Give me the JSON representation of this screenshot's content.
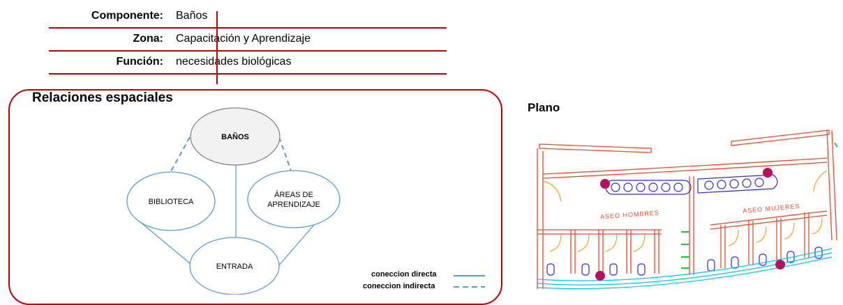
{
  "info": {
    "rows": [
      {
        "label": "Componente:",
        "value": "Baños"
      },
      {
        "label": "Zona:",
        "value": "Capacitación y Aprendizaje"
      },
      {
        "label": "Función:",
        "value": "necesidades biológicas"
      }
    ]
  },
  "relaciones": {
    "title": "Relaciones espaciales",
    "nodes": {
      "banos": "BAÑOS",
      "biblioteca": "BIBLIOTECA",
      "areas_line1": "ÁREAS DE",
      "areas_line2": "APRENDIZAJE",
      "entrada": "ENTRADA"
    },
    "legend": {
      "direct": "coneccion directa",
      "indirect": "coneccion indirecta"
    },
    "colors": {
      "border": "#c00000",
      "line": "#5b9bd5",
      "ellipse": "#5b9bd5"
    }
  },
  "plano": {
    "title": "Plano",
    "room_men": "ASEO HOMBRES",
    "room_women": "ASEO MUJERES",
    "colors": {
      "walls": "#e84a2a",
      "fixtures": "#2a2ad5",
      "marker": "#b5125e",
      "floor": "#00c8e6"
    }
  }
}
